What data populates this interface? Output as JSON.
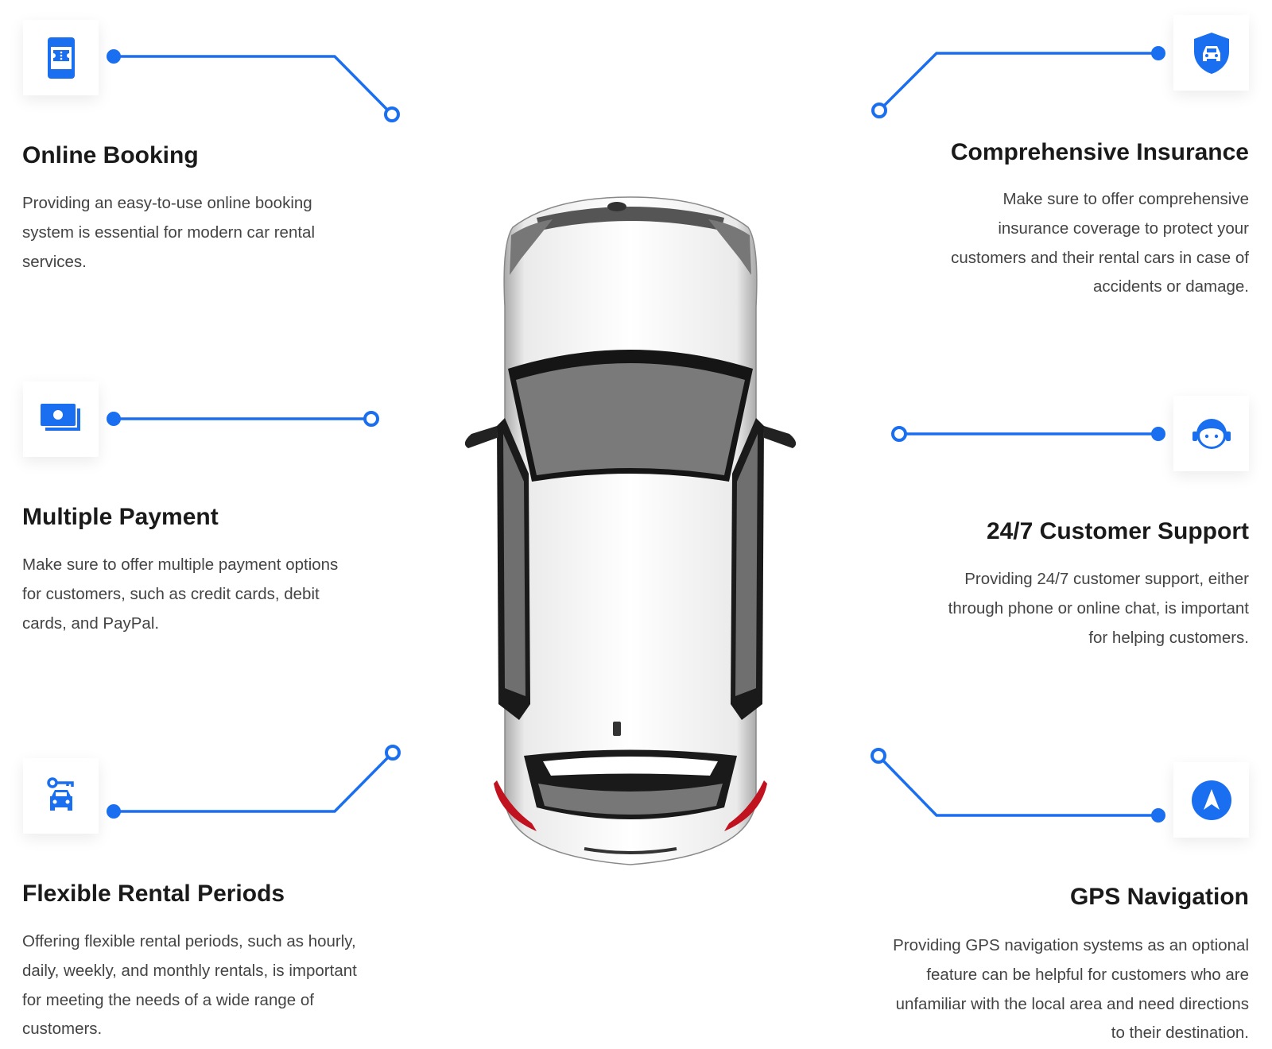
{
  "accent_color": "#1a6ff0",
  "features": [
    {
      "title": "Online Booking",
      "icon": "mobile-ticket-icon",
      "lines": [
        "Providing an easy-to-use online booking",
        "system is essential for modern car rental",
        "services."
      ]
    },
    {
      "title": "Multiple Payment",
      "icon": "payment-cards-icon",
      "lines": [
        "Make sure to offer multiple payment options",
        "for customers, such as credit cards, debit",
        "cards, and PayPal."
      ]
    },
    {
      "title": "Flexible Rental Periods",
      "icon": "car-key-icon",
      "lines": [
        "Offering flexible rental periods, such as hourly,",
        "daily, weekly, and monthly rentals, is important",
        "for meeting the needs of a wide range of",
        "customers."
      ]
    },
    {
      "title": "Comprehensive Insurance",
      "icon": "shield-car-icon",
      "lines": [
        "Make sure to offer comprehensive",
        "insurance coverage to protect your",
        "customers and their rental cars in case of",
        "accidents or damage."
      ]
    },
    {
      "title": "24/7 Customer Support",
      "icon": "support-agent-icon",
      "lines": [
        "Providing 24/7 customer support, either",
        "through phone or online chat, is important",
        "for helping customers."
      ]
    },
    {
      "title": "GPS Navigation",
      "icon": "navigation-arrow-icon",
      "lines": [
        "Providing GPS navigation systems as an optional",
        "feature can be helpful for customers who are",
        "unfamiliar with the local area and need directions",
        "to their destination."
      ]
    }
  ]
}
